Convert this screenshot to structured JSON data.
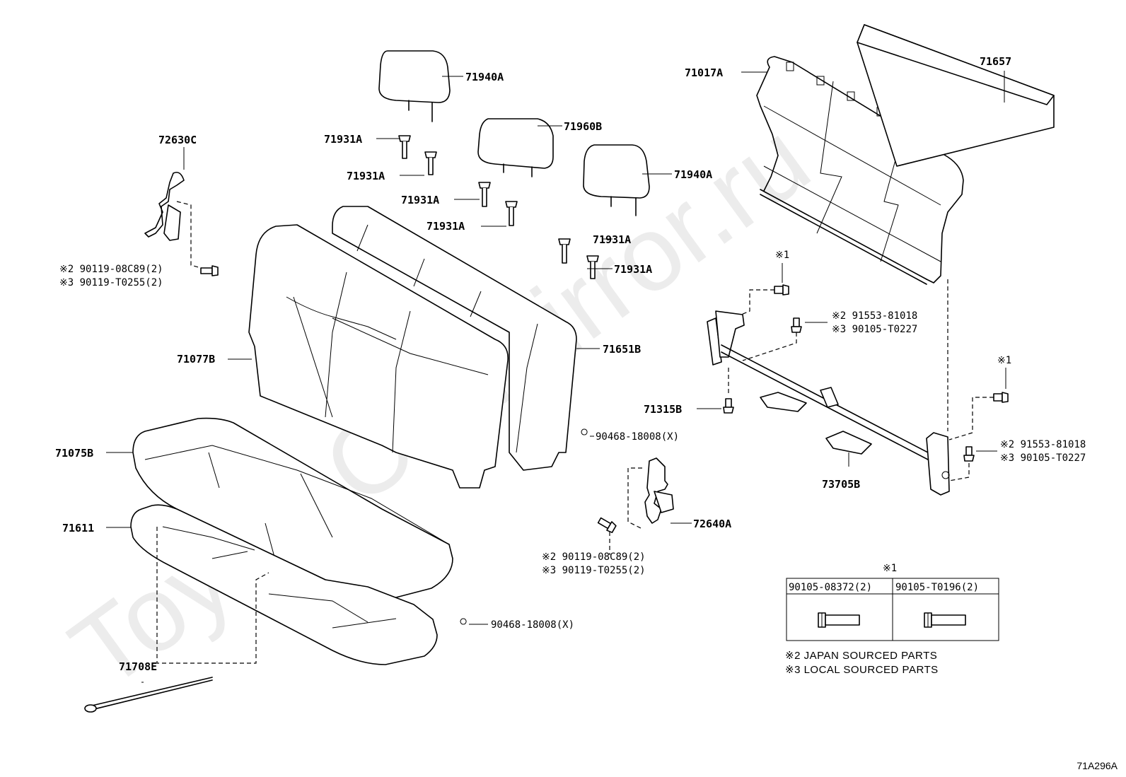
{
  "watermark": "ToyotaCarMirror.ru",
  "diagram_code": "71A296A",
  "labels": {
    "p71940A_1": "71940A",
    "p71960B": "71960B",
    "p71940A_2": "71940A",
    "p71931A_1": "71931A",
    "p71931A_2": "71931A",
    "p71931A_3": "71931A",
    "p71931A_4": "71931A",
    "p71931A_5": "71931A",
    "p71931A_6": "71931A",
    "p72630C": "72630C",
    "p71077B": "71077B",
    "p71651B": "71651B",
    "p71075B": "71075B",
    "p71611": "71611",
    "p71708E": "71708E",
    "p90468_1": "90468-18008(X)",
    "p90468_2": "90468-18008(X)",
    "p72640A": "72640A",
    "p71315B": "71315B",
    "p73705B": "73705B",
    "p71017A": "71017A",
    "p71657": "71657"
  },
  "notes": {
    "bolt_left_2": "※2 90119-08C89(2)",
    "bolt_left_3": "※3 90119-T0255(2)",
    "bolt_mid_2": "※2 90119-08C89(2)",
    "bolt_mid_3": "※3 90119-T0255(2)",
    "r1_2": "※2 91553-81018",
    "r1_3": "※3 90105-T0227",
    "r2_2": "※2 91553-81018",
    "r2_3": "※3 90105-T0227",
    "mark1_a": "※1",
    "mark1_b": "※1"
  },
  "table": {
    "title": "※1",
    "col1": "90105-08372(2)",
    "col2": "90105-T0196(2)"
  },
  "legend": {
    "line1": "※2 JAPAN SOURCED PARTS",
    "line2": "※3 LOCAL SOURCED PARTS"
  }
}
